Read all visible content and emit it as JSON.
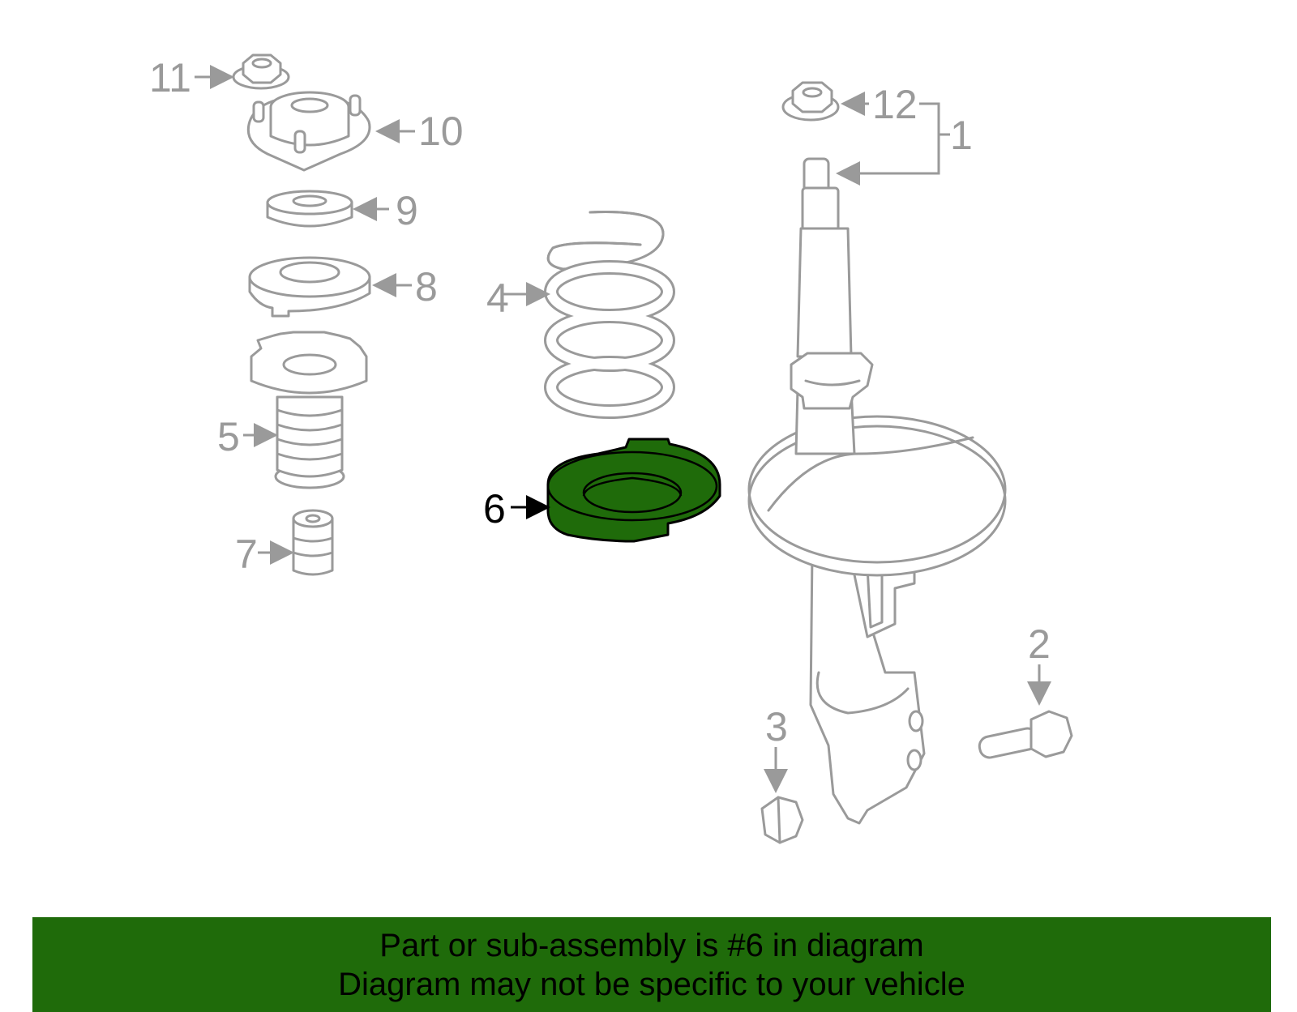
{
  "callouts": {
    "c1": "1",
    "c2": "2",
    "c3": "3",
    "c4": "4",
    "c5": "5",
    "c6": "6",
    "c7": "7",
    "c8": "8",
    "c9": "9",
    "c10": "10",
    "c11": "11",
    "c12": "12"
  },
  "highlight": {
    "part_number": "6",
    "color": "#1f6b0a"
  },
  "banner": {
    "line1": "Part or sub-assembly is #6 in diagram",
    "line2": "Diagram may not be specific to your vehicle",
    "color": "#1f6b0a"
  }
}
